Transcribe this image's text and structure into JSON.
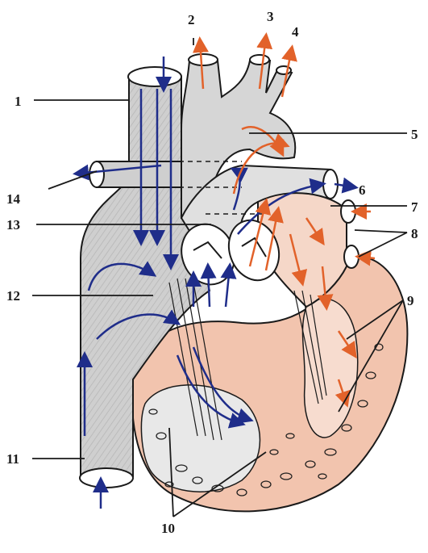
{
  "labels": [
    {
      "id": "label-1",
      "text": "1"
    },
    {
      "id": "label-2",
      "text": "2"
    },
    {
      "id": "label-3",
      "text": "3"
    },
    {
      "id": "label-4",
      "text": "4"
    },
    {
      "id": "label-5",
      "text": "5"
    },
    {
      "id": "label-6",
      "text": "6"
    },
    {
      "id": "label-7",
      "text": "7"
    },
    {
      "id": "label-8",
      "text": "8"
    },
    {
      "id": "label-9",
      "text": "9"
    },
    {
      "id": "label-10",
      "text": "10"
    },
    {
      "id": "label-11",
      "text": "11"
    },
    {
      "id": "label-12",
      "text": "12"
    },
    {
      "id": "label-13",
      "text": "13"
    },
    {
      "id": "label-14",
      "text": "14"
    }
  ],
  "colors": {
    "deoxygenated_flow": "#1f2d8a",
    "oxygenated_flow": "#e2622a",
    "vessel_fill": "#c9c9c9",
    "myocardium_fill": "#f2c4ae"
  }
}
